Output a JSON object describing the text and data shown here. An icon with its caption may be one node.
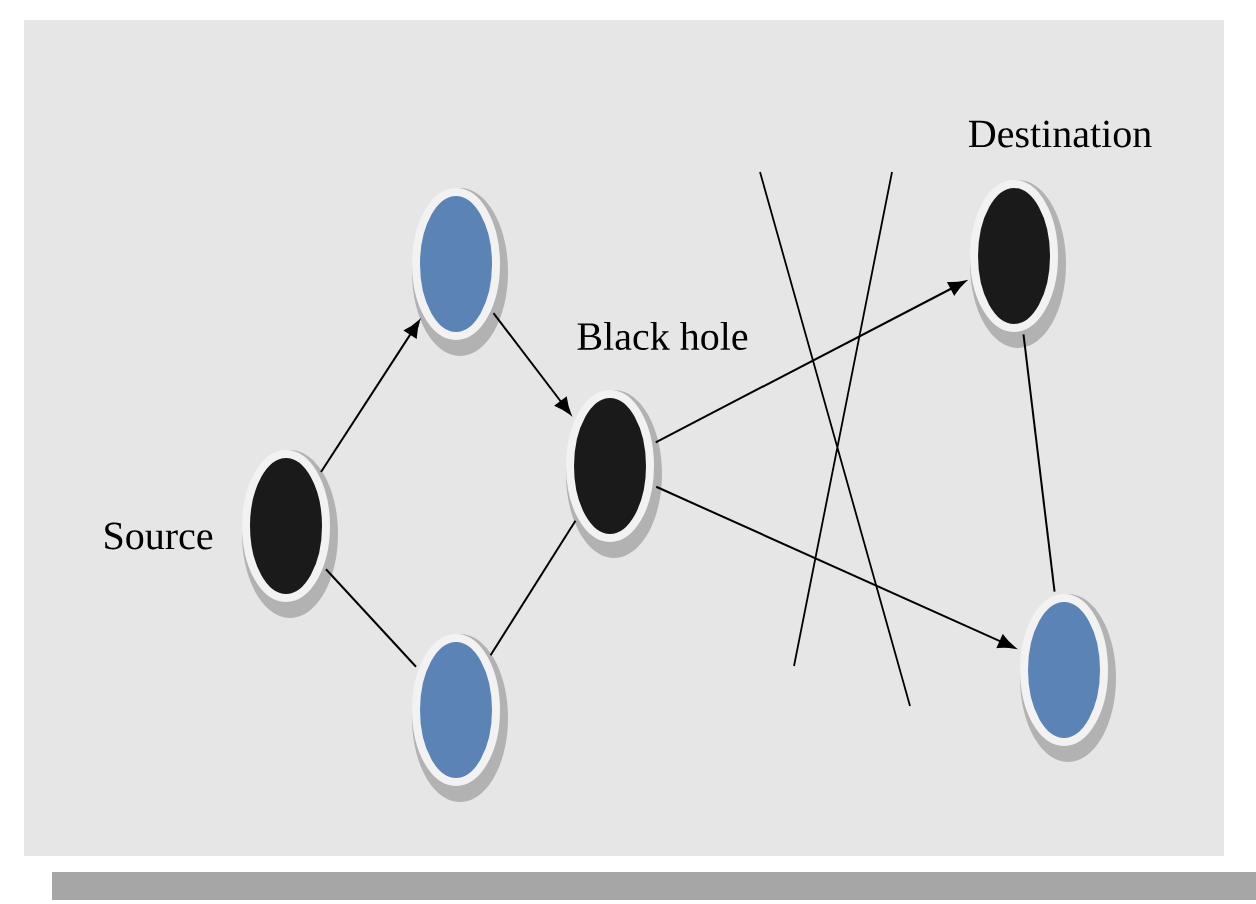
{
  "diagram": {
    "nodes": [
      {
        "text": [],
        "shape": "circle",
        "beside": [
          "Source"
        ]
      },
      {
        "text": [],
        "shape": "circle"
      },
      {
        "text": [],
        "shape": "circle"
      },
      {
        "text": [],
        "shape": "circle",
        "beside": [
          "Black hole"
        ]
      },
      {
        "text": [],
        "shape": "circle",
        "beside": [
          "Destination"
        ]
      },
      {
        "text": [],
        "shape": "circle"
      }
    ],
    "edges": [
      {
        "from": 0,
        "to": 1,
        "arrow": "to"
      },
      {
        "from": 0,
        "to": 2,
        "arrow": "none"
      },
      {
        "from": 1,
        "to": 3,
        "arrow": "to"
      },
      {
        "from": 2,
        "to": 3,
        "arrow": "none"
      },
      {
        "from": 3,
        "to": 4,
        "arrow": "to"
      },
      {
        "from": 3,
        "to": 5,
        "arrow": "to"
      },
      {
        "from": 4,
        "to": 5,
        "arrow": "none"
      }
    ]
  }
}
